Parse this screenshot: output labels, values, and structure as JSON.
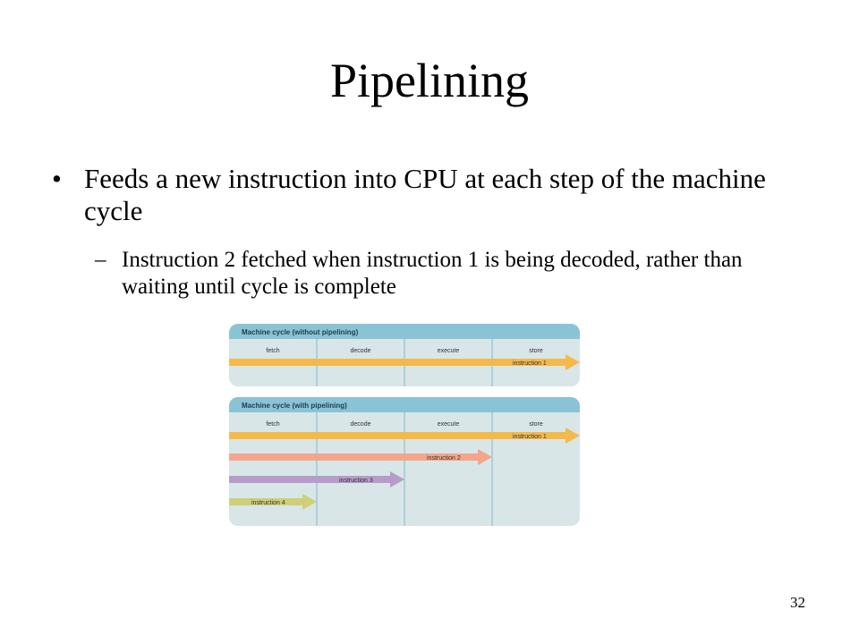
{
  "slide": {
    "title": "Pipelining",
    "bullets": [
      {
        "marker": "•",
        "text": "Feeds a new instruction into CPU at each step of the machine cycle"
      }
    ],
    "sub_bullets": [
      {
        "marker": "–",
        "text": "Instruction 2 fetched when instruction 1 is being decoded, rather than waiting until cycle is complete"
      }
    ],
    "page_number": "32"
  },
  "figure": {
    "panel_without": {
      "title": "Machine cycle (without pipelining)",
      "steps": [
        "fetch",
        "decode",
        "execute",
        "store"
      ],
      "arrows": [
        {
          "label": "instruction 1",
          "color": "#f5b94a"
        }
      ]
    },
    "panel_with": {
      "title": "Machine cycle (with pipelining)",
      "steps": [
        "fetch",
        "decode",
        "execute",
        "store"
      ],
      "arrows": [
        {
          "label": "instruction 1",
          "color": "#f5b94a"
        },
        {
          "label": "instruction 2",
          "color": "#f4a58a"
        },
        {
          "label": "instruction 3",
          "color": "#b79ccb"
        },
        {
          "label": "instruction 4",
          "color": "#cfcf78"
        }
      ]
    },
    "colors": {
      "header": "#8ac4d4",
      "body": "#d8e6e8",
      "column_line": "#9ac8d6"
    }
  }
}
